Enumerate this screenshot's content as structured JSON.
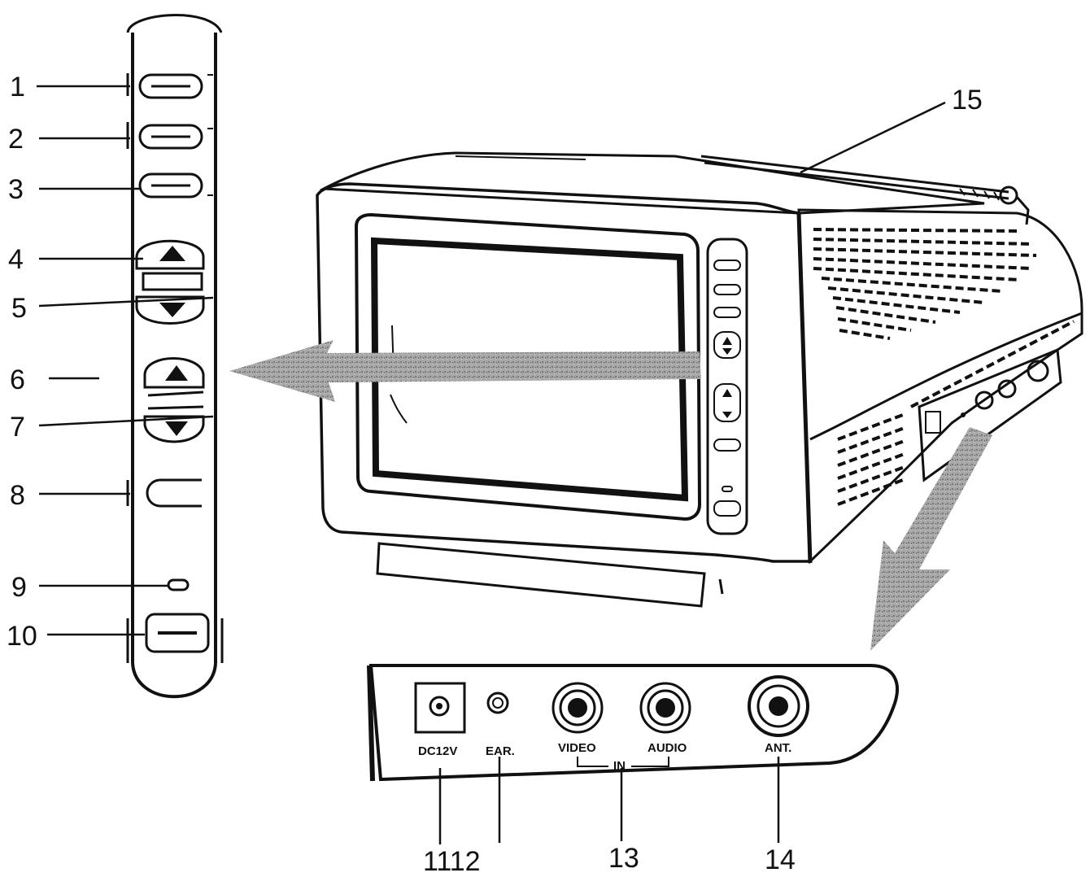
{
  "callouts": {
    "c1": "1",
    "c2": "2",
    "c3": "3",
    "c4": "4",
    "c5": "5",
    "c6": "6",
    "c7": "7",
    "c8": "8",
    "c9": "9",
    "c10": "10",
    "c11_12": "1112",
    "c13": "13",
    "c14": "14",
    "c15": "15"
  },
  "jack_labels": {
    "dc": "DC12V",
    "ear": "EAR.",
    "video": "VIDEO",
    "audio": "AUDIO",
    "in": "IN",
    "ant": "ANT."
  },
  "colors": {
    "ink": "#111111",
    "arrow_fill": "#9a9a9a",
    "screen": "#ffffff"
  }
}
